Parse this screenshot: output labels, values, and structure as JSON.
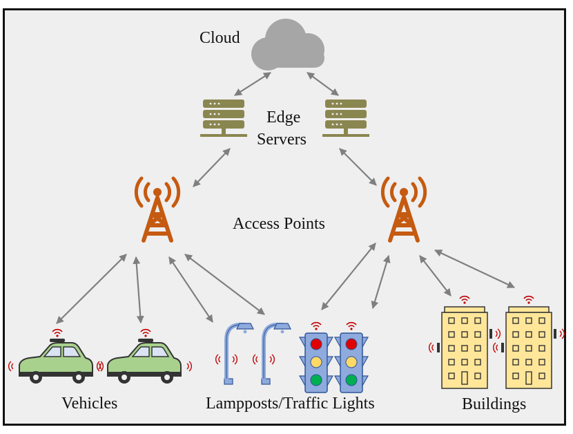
{
  "labels": {
    "cloud": "Cloud",
    "edge_line1": "Edge",
    "edge_line2": "Servers",
    "access_points": "Access Points",
    "vehicles": "Vehicles",
    "lampposts_traffic": "Lampposts/Traffic Lights",
    "buildings": "Buildings"
  },
  "colors": {
    "background": "#efefef",
    "border": "#111111",
    "cloud": "#a6a6a6",
    "server": "#8a8650",
    "tower": "#c55a11",
    "arrow": "#7f7f7f",
    "car_body": "#a9d18e",
    "lamppost": "#8faadc",
    "traffic_light_body": "#8faadc",
    "light_red": "#e00000",
    "light_yellow": "#ffd966",
    "light_green": "#00b050",
    "building": "#ffe699",
    "signal": "#c00000"
  },
  "icons": [
    "cloud-icon",
    "server-icon",
    "tower-icon",
    "car-icon",
    "lamppost-icon",
    "traffic-light-icon",
    "building-icon"
  ]
}
